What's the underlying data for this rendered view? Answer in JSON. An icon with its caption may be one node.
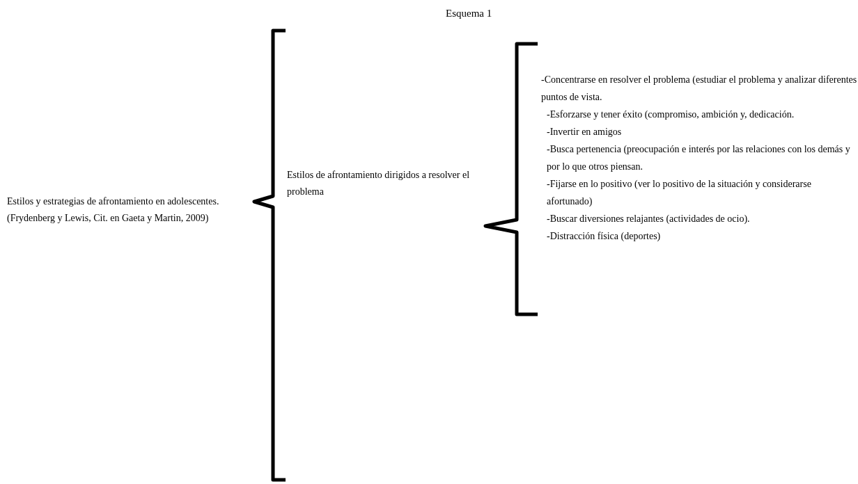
{
  "diagram": {
    "title": "Esquema 1",
    "nodes": [
      {
        "text": [
          "Estilos y estrategias de afrontamiento en adolescentes.(Frydenberg y Lewis, Cit. en Gaeta y Martin, 2009)"
        ]
      },
      {
        "text": [
          "Estilos de afrontamiento dirigidos a resolver el problema"
        ]
      },
      {
        "text": [
          "-Concentrarse en resolver el problema (estudiar el problema y analizar diferentes puntos de vista.",
          "-Esforzarse y tener éxito (compromiso, ambición y, dedicación.",
          "-Invertir en amigos",
          "-Busca pertenencia (preocupación e interés por las relaciones con los demás y por lo que otros piensan.",
          "-Fijarse en lo positivo (ver lo positivo de la situación y considerarse afortunado)",
          "-Buscar diversiones relajantes (actividades de ocio).",
          "-Distracción física (deportes)"
        ]
      }
    ]
  }
}
